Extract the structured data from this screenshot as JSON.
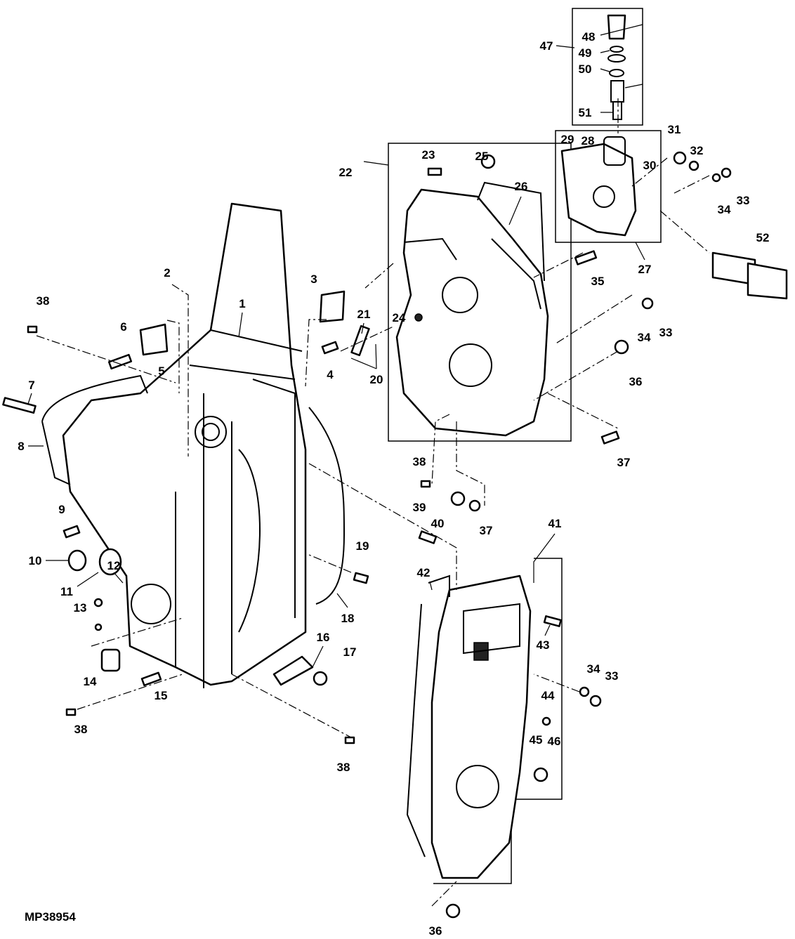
{
  "diagram_code": "MP38954",
  "labels": [
    "47",
    "48",
    "49",
    "50",
    "51",
    "29",
    "28",
    "31",
    "32",
    "30",
    "34",
    "33",
    "27",
    "35",
    "52",
    "22",
    "23",
    "25",
    "26",
    "24",
    "21",
    "20",
    "3",
    "4",
    "2",
    "1",
    "38",
    "6",
    "5",
    "7",
    "8",
    "9",
    "10",
    "11",
    "12",
    "13",
    "14",
    "15",
    "38",
    "16",
    "17",
    "19",
    "18",
    "34",
    "33",
    "36",
    "37",
    "38",
    "39",
    "40",
    "37",
    "41",
    "42",
    "43",
    "34",
    "33",
    "44",
    "45",
    "46",
    "38",
    "36"
  ]
}
